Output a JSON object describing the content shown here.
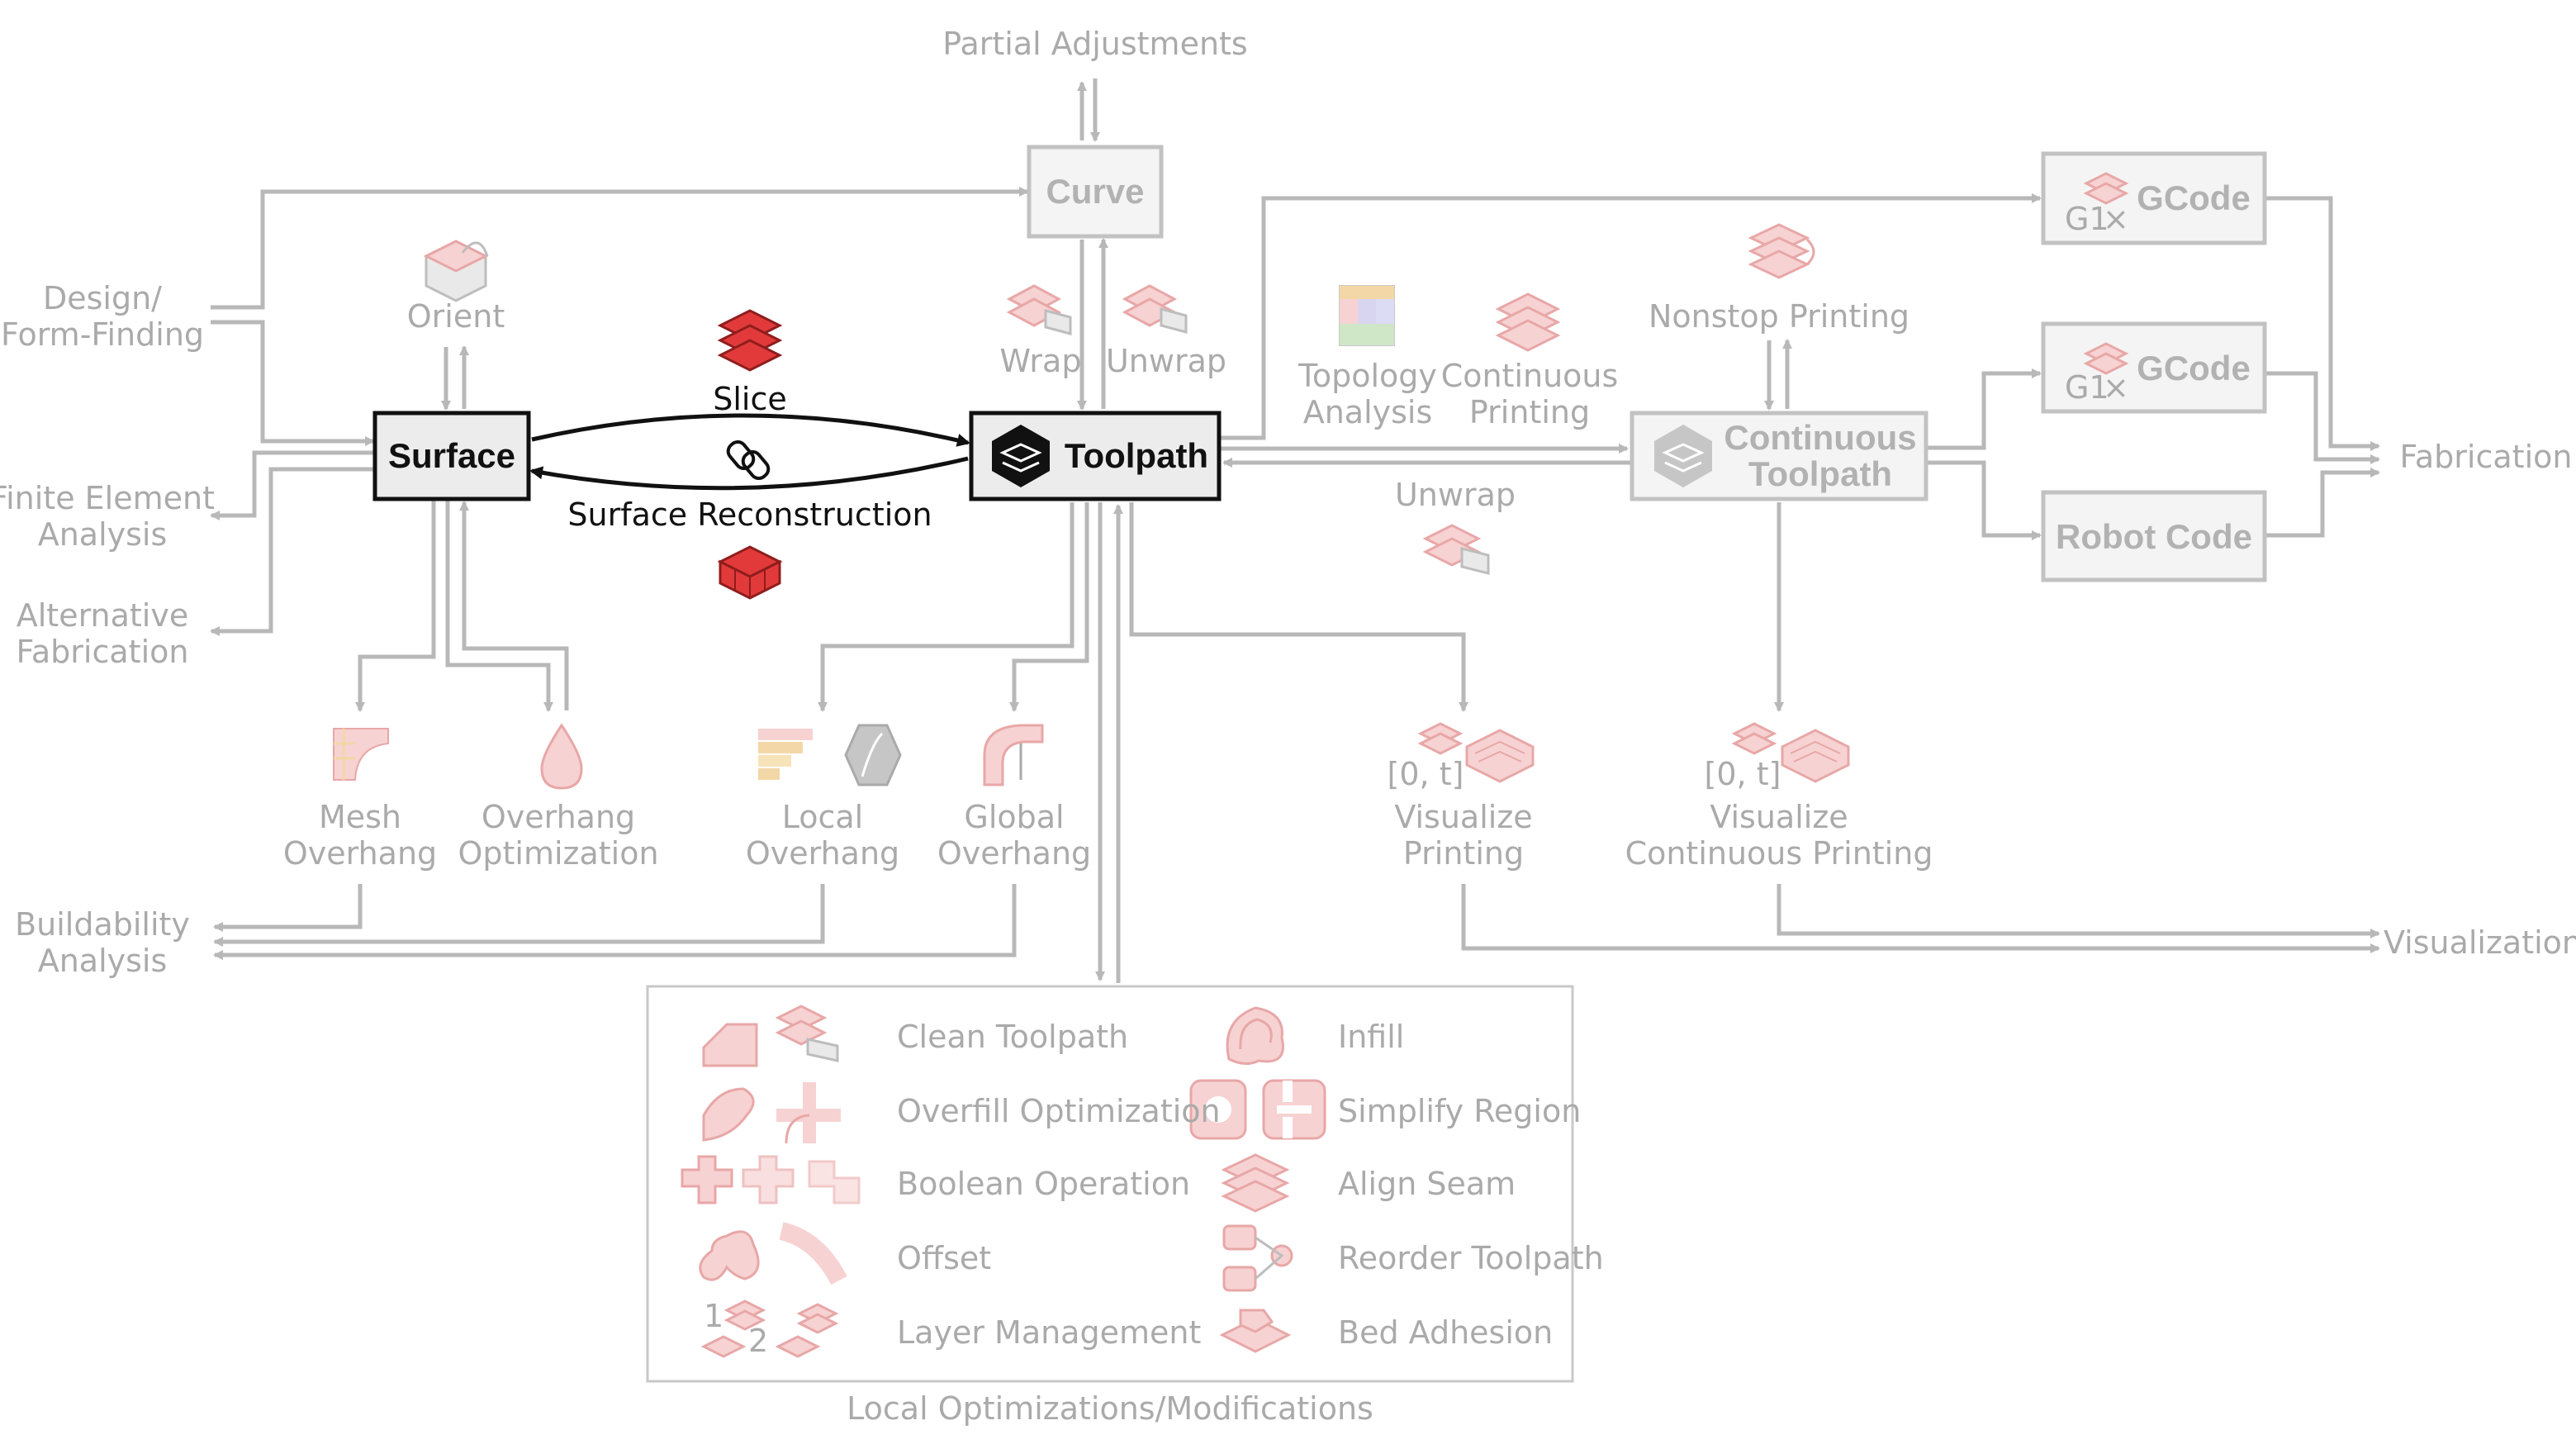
{
  "labels": {
    "partial_adjustments": "Partial Adjustments",
    "design_line1": "Design/",
    "design_line2": "Form-Finding",
    "fea_line1": "Finite Element",
    "fea_line2": "Analysis",
    "altfab_line1": "Alternative",
    "altfab_line2": "Fabrication",
    "buildability_line1": "Buildability",
    "buildability_line2": "Analysis",
    "orient": "Orient",
    "slice": "Slice",
    "surface_reconstruction": "Surface Reconstruction",
    "wrap": "Wrap",
    "unwrap_top": "Unwrap",
    "topology_line1": "Topology",
    "topology_line2": "Analysis",
    "contprint_line1": "Continuous",
    "contprint_line2": "Printing",
    "nonstop": "Nonstop Printing",
    "unwrap_mid": "Unwrap",
    "mesh_line1": "Mesh",
    "mesh_line2": "Overhang",
    "ovopt_line1": "Overhang",
    "ovopt_line2": "Optimization",
    "local_line1": "Local",
    "local_line2": "Overhang",
    "global_line1": "Global",
    "global_line2": "Overhang",
    "vis_line1": "Visualize",
    "vis_line2": "Printing",
    "viscont_line1": "Visualize",
    "viscont_line2": "Continuous Printing",
    "range1": "[0, t]",
    "range2": "[0, t]",
    "fabrication": "Fabrication",
    "visualization": "Visualization",
    "local_opt_caption": "Local Optimizations/Modifications"
  },
  "boxes": {
    "curve": "Curve",
    "surface": "Surface",
    "toolpath": "Toolpath",
    "ct_line1": "Continuous",
    "ct_line2": "Toolpath",
    "gcode1": "GCode",
    "gcode2": "GCode",
    "g1_1": "G1",
    "g1_2": "G1",
    "robot": "Robot Code"
  },
  "local_ops": {
    "left": [
      "Clean Toolpath",
      "Overfill Optimization",
      "Boolean Operation",
      "Offset",
      "Layer Management"
    ],
    "right": [
      "Infill",
      "Simplify Region",
      "Align Seam",
      "Reorder Toolpath",
      "Bed Adhesion"
    ],
    "layer_num1": "1",
    "layer_num2": "2"
  },
  "colors": {
    "faint_line": "#b8b8b8",
    "faint_text": "#aaaaaa",
    "accent_red": "#e23a3a",
    "icon_pink": "#f7d2d2",
    "dark": "#111111"
  },
  "icons": [
    "layers-icon",
    "link-icon",
    "mesh-layers-icon",
    "toolpath-hex-icon",
    "orient-icon",
    "topology-grid-icon",
    "overhang-icon",
    "droplet-icon",
    "visualize-icon"
  ]
}
